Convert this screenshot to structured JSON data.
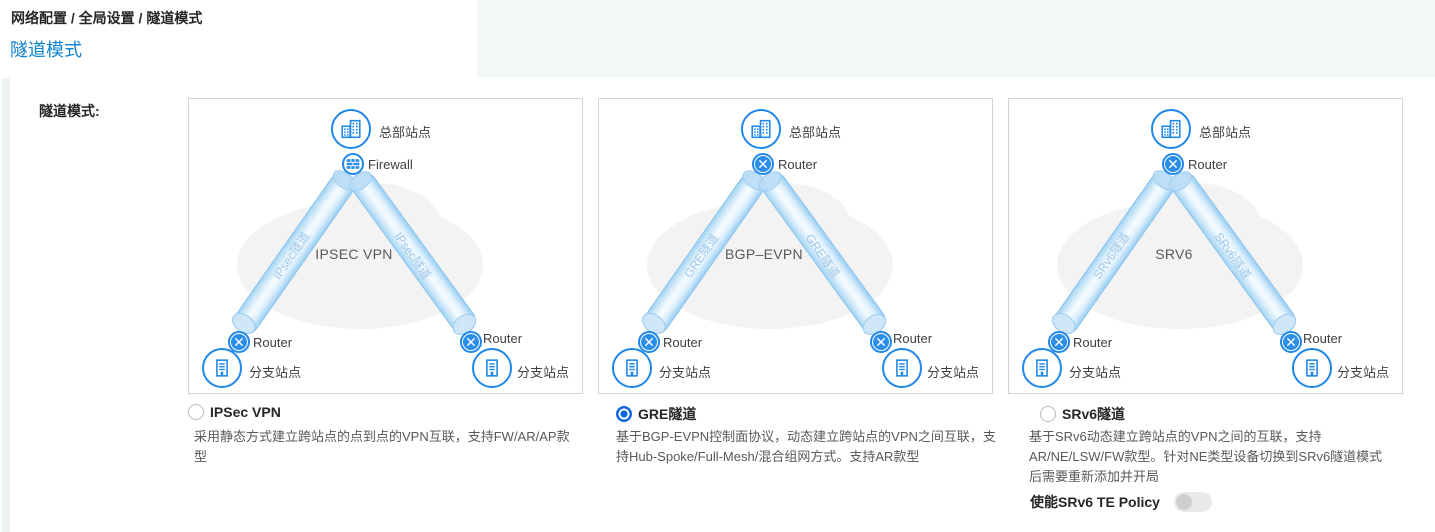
{
  "breadcrumb": "网络配置 / 全局设置 / 隧道模式",
  "page_title": "隧道模式",
  "form_label": "隧道模式:",
  "colors": {
    "accent_blue": "#1f88ea",
    "title_blue": "#0d84d3",
    "radio_blue": "#1266d9",
    "card_border": "#d4d4d4",
    "tunnel_blue": "#b9dcf5",
    "header_band": "#f3f8f5",
    "description_text": "#595959"
  },
  "cards": [
    {
      "diagram": {
        "hq_label": "总部站点",
        "hq_icon": "buildings-icon",
        "gateway_label": "Firewall",
        "gateway_icon": "firewall-icon",
        "center_label": "IPSEC VPN",
        "tunnel_label_left": "IPsec隧道",
        "tunnel_label_right": "IPsec隧道",
        "left_router_label": "Router",
        "right_router_label": "Router",
        "router_icon": "router-icon",
        "left_branch_label": "分支站点",
        "right_branch_label": "分支站点",
        "branch_icon": "building-icon"
      },
      "option": {
        "label": "IPSec VPN",
        "selected": false,
        "description": "采用静态方式建立跨站点的点到点的VPN互联，支持FW/AR/AP款型"
      }
    },
    {
      "diagram": {
        "hq_label": "总部站点",
        "hq_icon": "buildings-icon",
        "gateway_label": "Router",
        "gateway_icon": "router-icon",
        "center_label": "BGP–EVPN",
        "tunnel_label_left": "GRE隧道",
        "tunnel_label_right": "GRE隧道",
        "left_router_label": "Router",
        "right_router_label": "Router",
        "router_icon": "router-icon",
        "left_branch_label": "分支站点",
        "right_branch_label": "分支站点",
        "branch_icon": "building-icon"
      },
      "option": {
        "label": "GRE隧道",
        "selected": true,
        "description": "基于BGP-EVPN控制面协议，动态建立跨站点的VPN之间互联，支持Hub-Spoke/Full-Mesh/混合组网方式。支持AR款型"
      }
    },
    {
      "diagram": {
        "hq_label": "总部站点",
        "hq_icon": "buildings-icon",
        "gateway_label": "Router",
        "gateway_icon": "router-icon",
        "center_label": "SRV6",
        "tunnel_label_left": "SRv6隧道",
        "tunnel_label_right": "SRv6隧道",
        "left_router_label": "Router",
        "right_router_label": "Router",
        "router_icon": "router-icon",
        "left_branch_label": "分支站点",
        "right_branch_label": "分支站点",
        "branch_icon": "building-icon"
      },
      "option": {
        "label": "SRv6隧道",
        "selected": false,
        "description": "基于SRv6动态建立跨站点的VPN之间的互联，支持AR/NE/LSW/FW款型。针对NE类型设备切换到SRv6隧道模式后需要重新添加并开局"
      }
    }
  ],
  "srv6_te_policy": {
    "label": "使能SRv6 TE Policy",
    "enabled": false
  }
}
